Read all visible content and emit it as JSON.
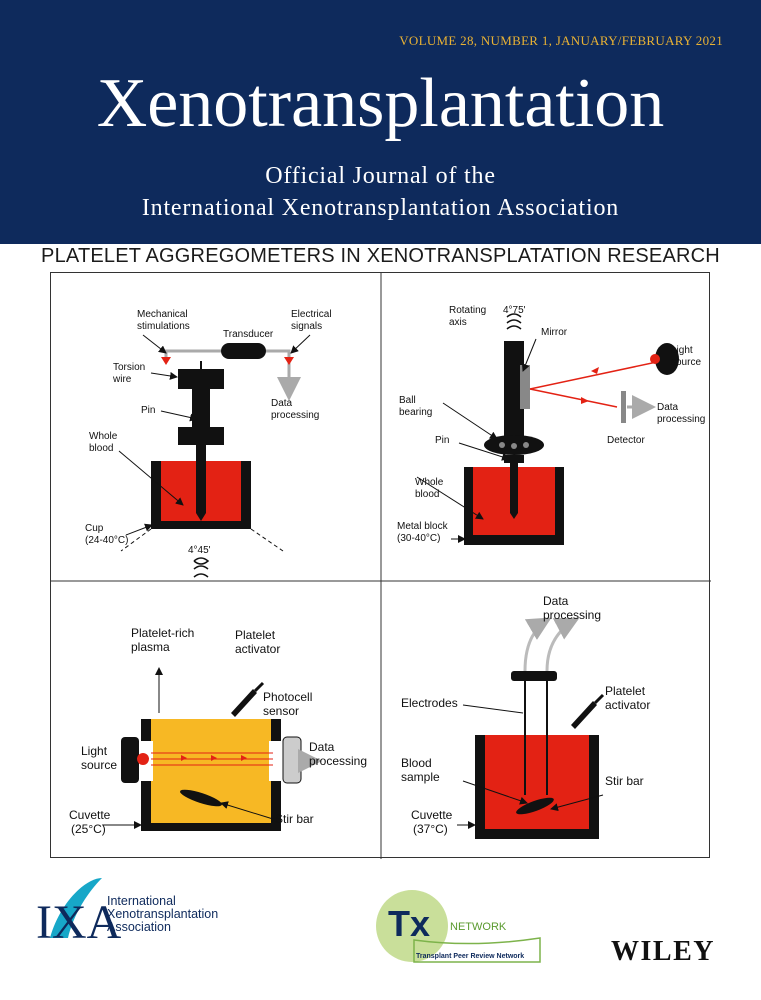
{
  "masthead": {
    "issue": "VOLUME 28, NUMBER 1, JANUARY/FEBRUARY 2021",
    "title": "Xenotransplantation",
    "subtitle_line1": "Official Journal of the",
    "subtitle_line2": "International Xenotransplantation Association"
  },
  "cover": {
    "headline": "PLATELET AGGREGOMETERS IN XENOTRANSPLATATION RESEARCH"
  },
  "panel_tl": {
    "mech": [
      "Mechanical",
      "stimulations"
    ],
    "transducer": "Transducer",
    "elec": [
      "Electrical",
      "signals"
    ],
    "torsion": [
      "Torsion",
      "wire"
    ],
    "data": [
      "Data",
      "processing"
    ],
    "pin": "Pin",
    "blood": [
      "Whole",
      "blood"
    ],
    "cup": [
      "Cup",
      "(24-40°C)"
    ],
    "angle": "4°45'"
  },
  "panel_tr": {
    "axis": [
      "Rotating",
      "axis"
    ],
    "angle": "4°75'",
    "mirror": "Mirror",
    "light": [
      "Light",
      "source"
    ],
    "ball": [
      "Ball",
      "bearing"
    ],
    "data": [
      "Data",
      "processing"
    ],
    "pin": "Pin",
    "detector": "Detector",
    "blood": [
      "Whole",
      "blood"
    ],
    "block": [
      "Metal block",
      "(30-40°C)"
    ]
  },
  "panel_bl": {
    "prp": [
      "Platelet-rich",
      "plasma"
    ],
    "activator": [
      "Platelet",
      "activator"
    ],
    "photocell": [
      "Photocell",
      "sensor"
    ],
    "light": [
      "Light",
      "source"
    ],
    "data": [
      "Data",
      "processing"
    ],
    "cuvette": [
      "Cuvette",
      "(25°C)"
    ],
    "stirbar": "Stir bar"
  },
  "panel_br": {
    "data": [
      "Data",
      "processing"
    ],
    "electrodes": "Electrodes",
    "activator": [
      "Platelet",
      "activator"
    ],
    "blood": [
      "Blood",
      "sample"
    ],
    "stirbar": "Stir bar",
    "cuvette": [
      "Cuvette",
      "(37°C)"
    ]
  },
  "footer": {
    "ixa_logo": "IXA",
    "ixa_line1": "International",
    "ixa_line2": "Xenotransplantation",
    "ixa_line3": "Association",
    "tx_logo": "Tx",
    "tx_network": "NETWORK",
    "tx_tag": "Transplant Peer Review Network",
    "publisher": "WILEY"
  },
  "colors": {
    "navy": "#0e2a5c",
    "gold": "#e9b234",
    "blood_red": "#e32214",
    "cuvette_yellow": "#f7b824"
  }
}
